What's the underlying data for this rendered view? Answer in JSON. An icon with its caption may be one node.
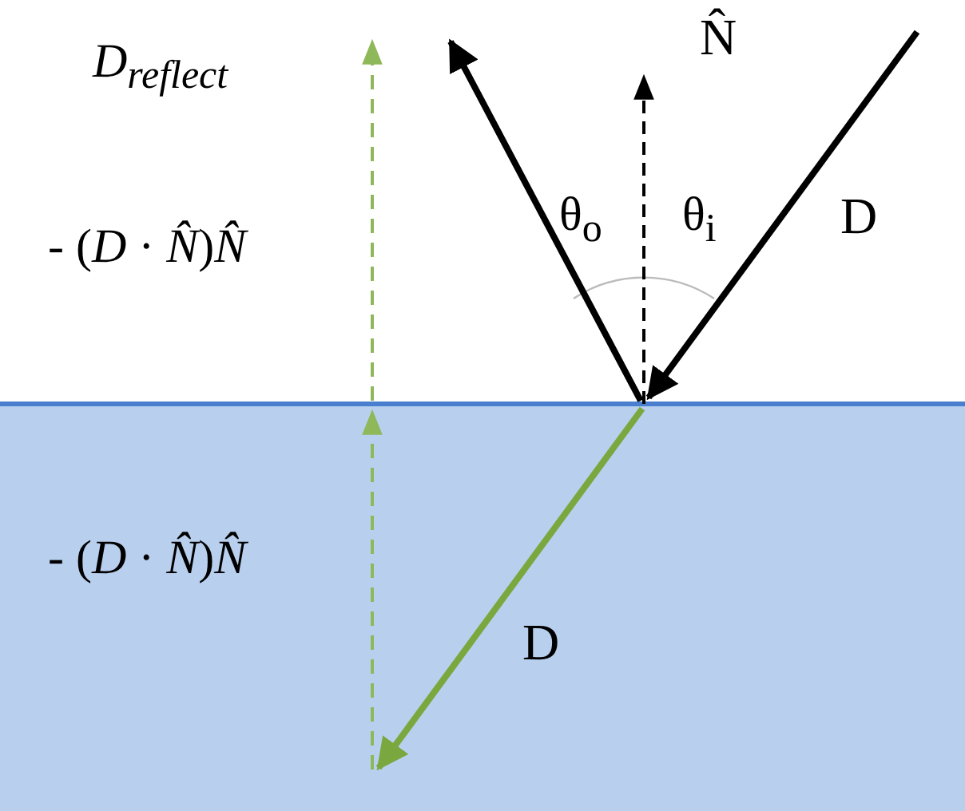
{
  "diagram": {
    "labels": [
      "D$_{reflect}$",
      "N̂",
      "θ$_{o}$",
      "θ$_{i}$",
      "D",
      "- (*D* · *N̂*)*N̂*",
      "- (*D* · *N̂*)*N̂*",
      "D"
    ]
  }
}
